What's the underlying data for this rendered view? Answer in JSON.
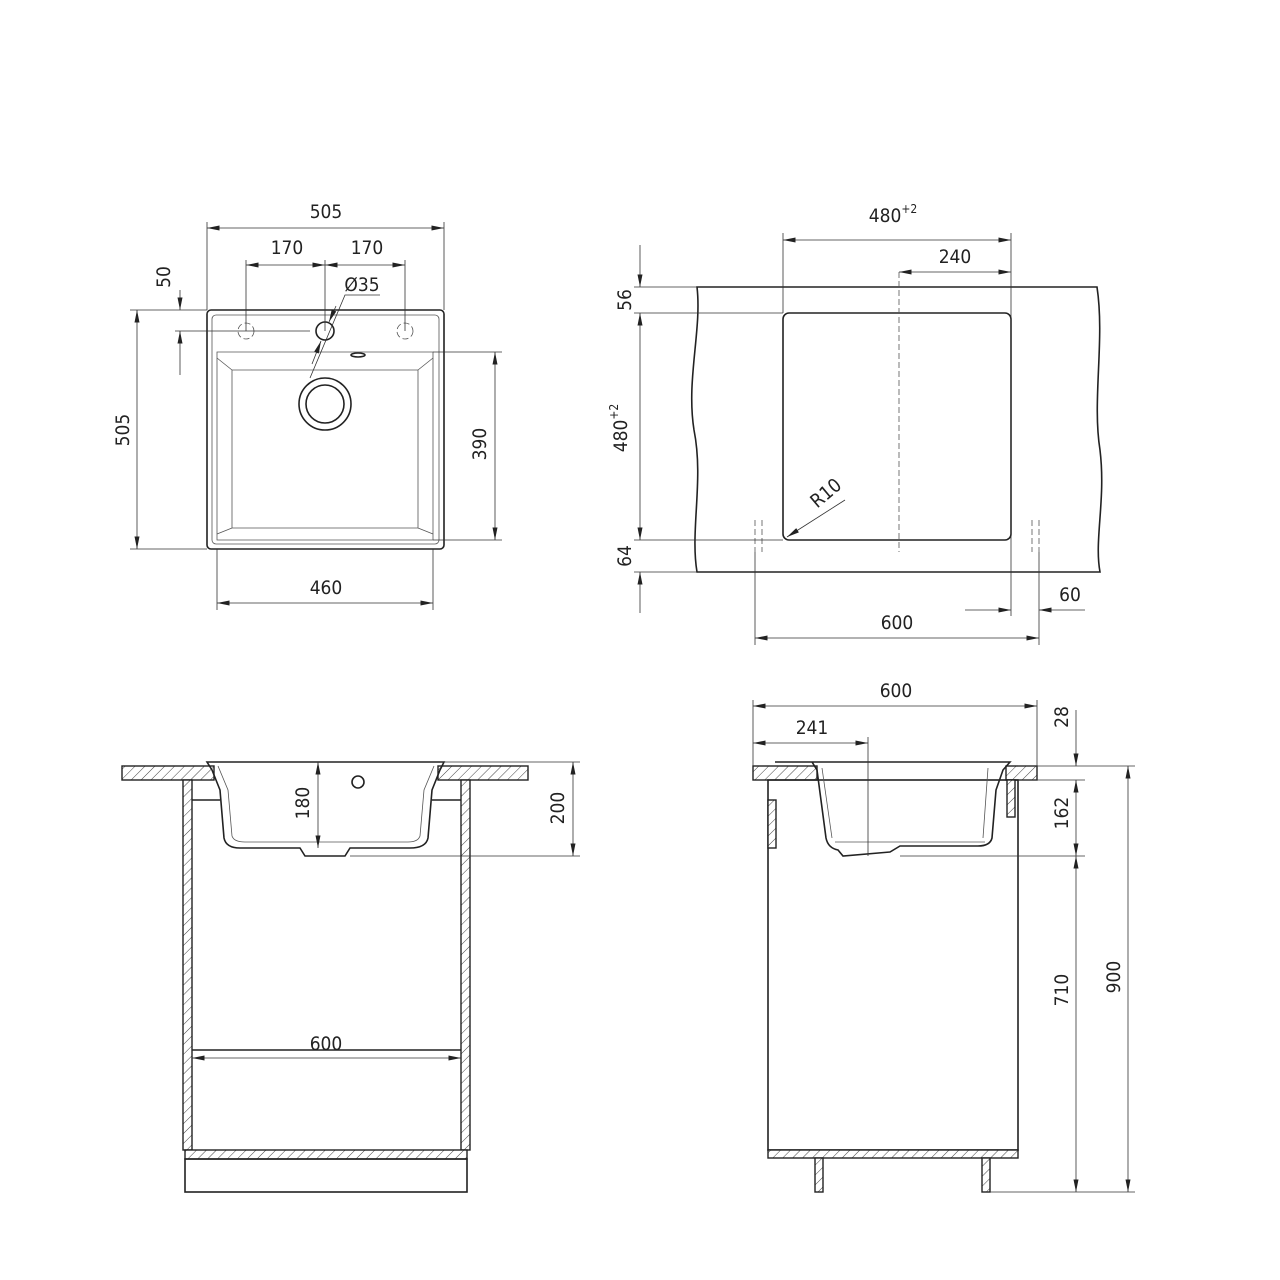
{
  "top_view": {
    "overall_width": "505",
    "hole_spacing_left": "170",
    "hole_spacing_right": "170",
    "tap_hole_diameter": "Ø35",
    "hole_offset": "50",
    "overall_depth": "505",
    "bowl_depth_dim": "390",
    "bowl_width": "460"
  },
  "cutout_view": {
    "cutout_width": "480",
    "cutout_width_tolerance": "+2",
    "half_width": "240",
    "top_margin": "56",
    "cutout_depth": "480",
    "cutout_depth_tolerance": "+2",
    "bottom_margin": "64",
    "corner_radius": "R10",
    "cabinet_width": "600",
    "side_offset": "60"
  },
  "front_section": {
    "bowl_depth": "180",
    "total_depth": "200",
    "cabinet_width": "600"
  },
  "side_section": {
    "countertop_depth": "600",
    "drain_offset": "241",
    "countertop_thickness": "28",
    "below_counter": "162",
    "floor_to_sink": "710",
    "total_height": "900"
  }
}
